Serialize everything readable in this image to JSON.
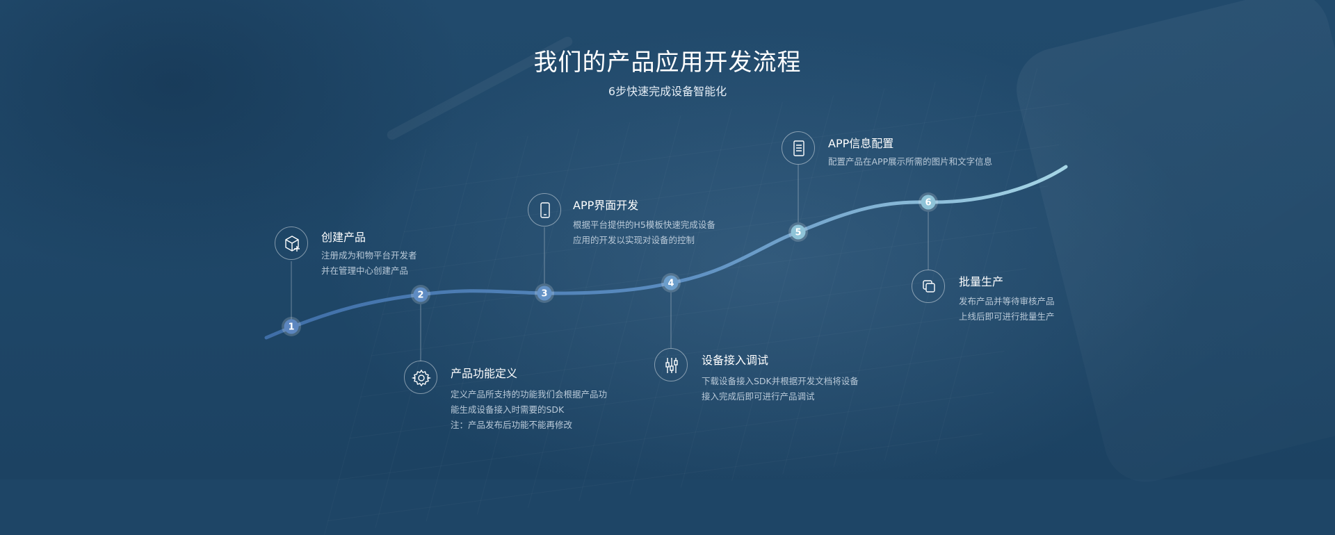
{
  "header": {
    "title": "我们的产品应用开发流程",
    "subtitle": "6步快速完成设备智能化"
  },
  "colors": {
    "curve_start": "#3f6ea7",
    "curve_end": "#a6d6e6",
    "marker_start": "#5c86bf",
    "marker_end": "#8fc4d8"
  },
  "steps": [
    {
      "number": "1",
      "title": "创建产品",
      "icon": "box-plus-icon",
      "desc": [
        "注册成为和物平台开发者",
        "并在管理中心创建产品"
      ]
    },
    {
      "number": "2",
      "title": "产品功能定义",
      "icon": "gear-icon",
      "desc": [
        "定义产品所支持的功能我们会根据产品功",
        "能生成设备接入时需要的SDK",
        "注：产品发布后功能不能再修改"
      ]
    },
    {
      "number": "3",
      "title": "APP界面开发",
      "icon": "mobile-phone-icon",
      "desc": [
        "根据平台提供的H5模板快速完成设备",
        "应用的开发以实现对设备的控制"
      ]
    },
    {
      "number": "4",
      "title": "设备接入调试",
      "icon": "sliders-icon",
      "desc": [
        "下载设备接入SDK并根据开发文档将设备",
        "接入完成后即可进行产品调试"
      ]
    },
    {
      "number": "5",
      "title": "APP信息配置",
      "icon": "document-icon",
      "desc": [
        "配置产品在APP展示所需的图片和文字信息"
      ]
    },
    {
      "number": "6",
      "title": "批量生产",
      "icon": "copy-icon",
      "desc": [
        "发布产品并等待审核产品",
        "上线后即可进行批量生产"
      ]
    }
  ]
}
